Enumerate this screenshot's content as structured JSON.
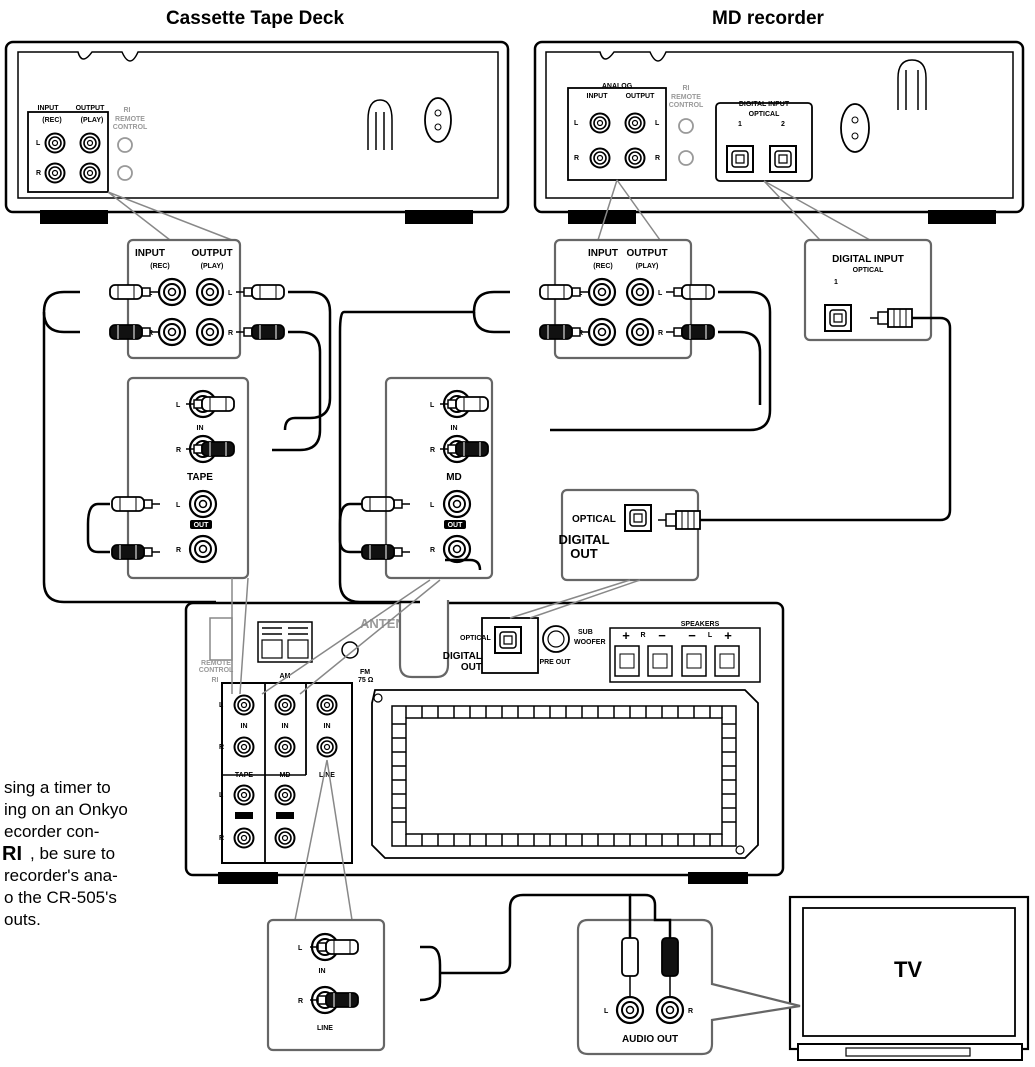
{
  "devices": {
    "cassette": {
      "title": "Cassette Tape Deck"
    },
    "md": {
      "title": "MD recorder"
    },
    "tv": {
      "title": "TV"
    }
  },
  "labels": {
    "input": "INPUT",
    "output": "OUTPUT",
    "rec": "(REC)",
    "play": "(PLAY)",
    "left": "L",
    "right": "R",
    "in": "IN",
    "out": "OUT",
    "tape": "TAPE",
    "md": "MD",
    "line": "LINE",
    "analog": "ANALOG",
    "remote_control": "REMOTE CONTROL",
    "ri": "RI",
    "digital_input": "DIGITAL INPUT",
    "optical": "OPTICAL",
    "one": "1",
    "two": "2",
    "digital_out": "DIGITAL OUT",
    "antenna": "ANTENNA",
    "am": "AM",
    "fm": "FM",
    "fm_ohm": "75 Ω",
    "subwoofer": "SUB WOOFER",
    "pre_out": "PRE OUT",
    "speakers": "SPEAKERS",
    "plus": "+",
    "minus": "−",
    "audio_out": "AUDIO OUT"
  },
  "note": {
    "lines": [
      "sing a timer to",
      "ing on an Onkyo",
      "ecorder con-",
      ", be sure to",
      " recorder's ana-",
      "o the CR-505's",
      "outs."
    ],
    "logo": "RI"
  }
}
